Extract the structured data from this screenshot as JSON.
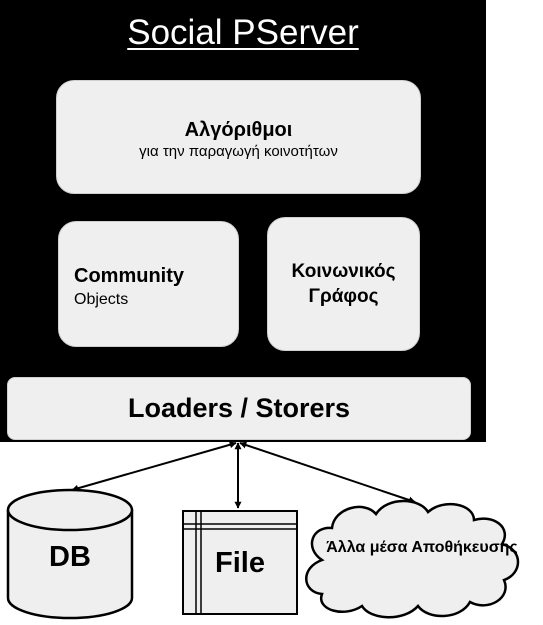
{
  "server": {
    "title": "Social PServer",
    "algorithms": {
      "title": "Αλγόριθμοι",
      "subtitle": "για την παραγωγή κοινοτήτων"
    },
    "community": {
      "title": "Community",
      "subtitle": "Objects"
    },
    "social_graph": {
      "title": "Κοινωνικός Γράφος"
    },
    "loaders": {
      "label": "Loaders / Storers"
    }
  },
  "storage": {
    "db": "DB",
    "file": "File",
    "other": "Άλλα μέσα Αποθήκευσης"
  }
}
